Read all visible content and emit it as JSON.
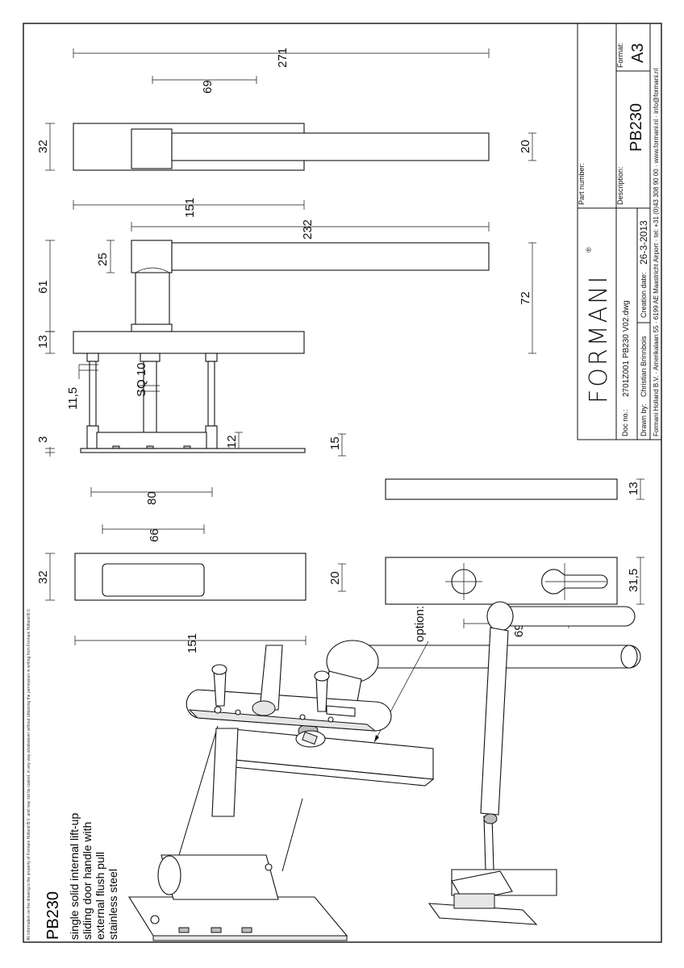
{
  "legal_notice": "All information on the drawing is the property of Formani Holland B.V. and may not be copied, in any way whatsoever without obtaining the permission in writing from Formani Holland B.V.",
  "product": {
    "code": "PB230",
    "description_lines": [
      "single solid internal lift-up",
      "sliding door handle with",
      "external flush pull",
      "stainless steel"
    ]
  },
  "dimensions": {
    "d271": "271",
    "d69_top": "69",
    "d32_top": "32",
    "d20_top": "20",
    "d151_mid": "151",
    "d232": "232",
    "d25": "25",
    "d61": "61",
    "d72": "72",
    "d13_left": "13",
    "d11_5": "11,5",
    "sq10": "SQ 10",
    "d12": "12",
    "d3": "3",
    "d15": "15",
    "d80": "80",
    "d66": "66",
    "d13_right": "13",
    "d32_bottom": "32",
    "d20_bottom": "20",
    "d31_5": "31,5",
    "d151_bottom": "151",
    "d69_bottom": "69"
  },
  "callout": {
    "option": "option:"
  },
  "title_block": {
    "logo": "FORMANI",
    "registered": "®",
    "part_number_label": "Part number:",
    "description_label": "Description:",
    "description_value": "PB230",
    "format_label": "Format:",
    "format_value": "A3",
    "doc_no_label": "Doc no.:",
    "doc_no_value": "2701Z001 PB230 V02.dwg",
    "drawn_by_label": "Drawn by:",
    "drawn_by_value": "Christian Brinnbois",
    "creation_date_label": "Creation date:",
    "creation_date_value": "26-3-2013",
    "address": "Formani Holland B.V. · Amerikalaan 55 · 6199 AE Maastricht Airport · tel: +31 (0)43 308 90 00 · www.formani.nl · info@formani.nl"
  }
}
